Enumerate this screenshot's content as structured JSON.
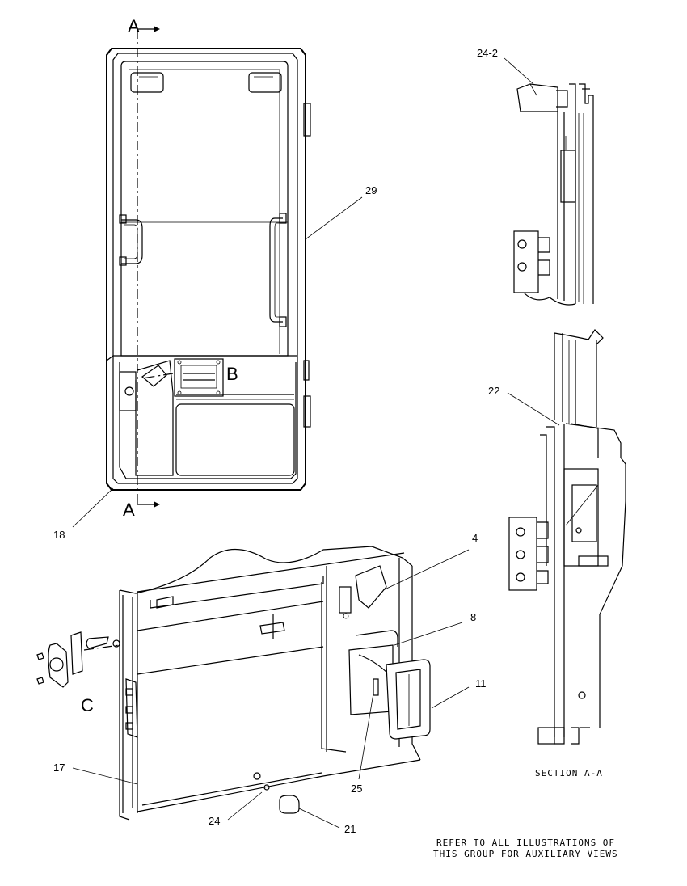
{
  "section_marks": {
    "top": "A",
    "bottom": "A",
    "detail_b": "B",
    "detail_c": "C"
  },
  "callouts": {
    "c24_2": "24-2",
    "c29": "29",
    "c22": "22",
    "c18": "18",
    "c4": "4",
    "c8": "8",
    "c11": "11",
    "c17": "17",
    "c25": "25",
    "c24": "24",
    "c21": "21"
  },
  "section_title": "SECTION A-A",
  "note": {
    "line1": "REFER TO ALL ILLUSTRATIONS OF",
    "line2": "THIS GROUP FOR AUXILIARY VIEWS"
  }
}
